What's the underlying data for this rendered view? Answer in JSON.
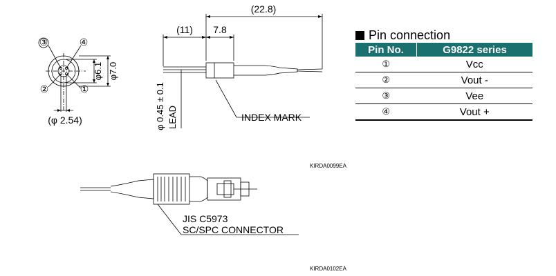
{
  "labels": {
    "dim_total": "(22.8)",
    "dim_lead": "(11)",
    "dim_body": "7.8",
    "dim_d61": "φ6.1",
    "dim_d70": "φ7.0",
    "dim_pitch": "(φ 2.54)",
    "pin1": "①",
    "pin2": "②",
    "pin3": "③",
    "pin4": "④",
    "lead_diameter": "φ 0.45 ± 0.1",
    "lead_word": "LEAD",
    "index_mark": "INDEX MARK",
    "drawing_code_1": "KIRDA0099EA",
    "connector_std": "JIS C5973",
    "connector_type": "SC/SPC CONNECTOR",
    "drawing_code_2": "KIRDA0102EA"
  },
  "pin_table": {
    "title": "Pin connection",
    "headers": [
      "Pin No.",
      "G9822 series"
    ],
    "rows": [
      {
        "pin": "①",
        "signal": "Vcc"
      },
      {
        "pin": "②",
        "signal": "Vout -"
      },
      {
        "pin": "③",
        "signal": "Vee"
      },
      {
        "pin": "④",
        "signal": "Vout +"
      }
    ],
    "header_color": "#1a6f6f"
  }
}
